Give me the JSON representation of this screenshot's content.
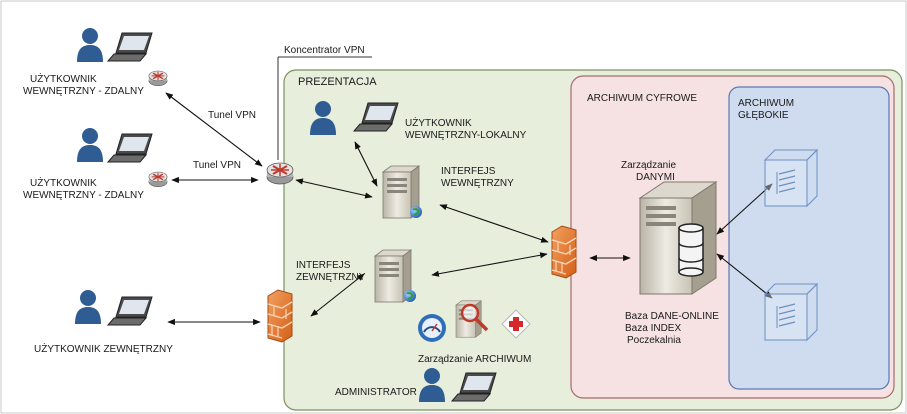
{
  "labels": {
    "vpn_concentrator": "Koncentrator VPN",
    "tunnel_vpn_1": "Tunel VPN",
    "tunnel_vpn_2": "Tunel VPN",
    "remote_user_1_line1": "UŻYTKOWNIK",
    "remote_user_1_line2": "WEWNĘTRZNY - ZDALNY",
    "remote_user_2_line1": "UŻYTKOWNIK",
    "remote_user_2_line2": "WEWNĘTRZNY - ZDALNY",
    "external_user": "UŻYTKOWNIK ZEWNĘTRZNY",
    "presentation_zone": "PREZENTACJA",
    "local_user_line1": "UŻYTKOWNIK",
    "local_user_line2": "WEWNĘTRZNY-LOKALNY",
    "internal_interface_line1": "INTERFEJS",
    "internal_interface_line2": "WEWNĘTRZNY",
    "external_interface_line1": "INTERFEJS",
    "external_interface_line2": "ZEWNĘTRZNY",
    "archive_management": "Zarządzanie ARCHIWUM",
    "administrator": "ADMINISTRATOR",
    "digital_archive_zone": "ARCHIWUM CYFROWE",
    "deep_archive_line1": "ARCHIWUM",
    "deep_archive_line2": "GŁĘBOKIE",
    "data_management_line1": "Zarządzanie",
    "data_management_line2": "DANYMI",
    "db_online": "Baza DANE-ONLINE",
    "db_index": "Baza INDEX",
    "waiting_room": "Poczekalnia"
  },
  "colors": {
    "presentation_bg": "#e7eedc",
    "digital_archive_bg": "#f6e2e2",
    "deep_archive_bg": "#cfdcef",
    "user_icon": "#2f5d93",
    "firewall": "#e2772a"
  }
}
